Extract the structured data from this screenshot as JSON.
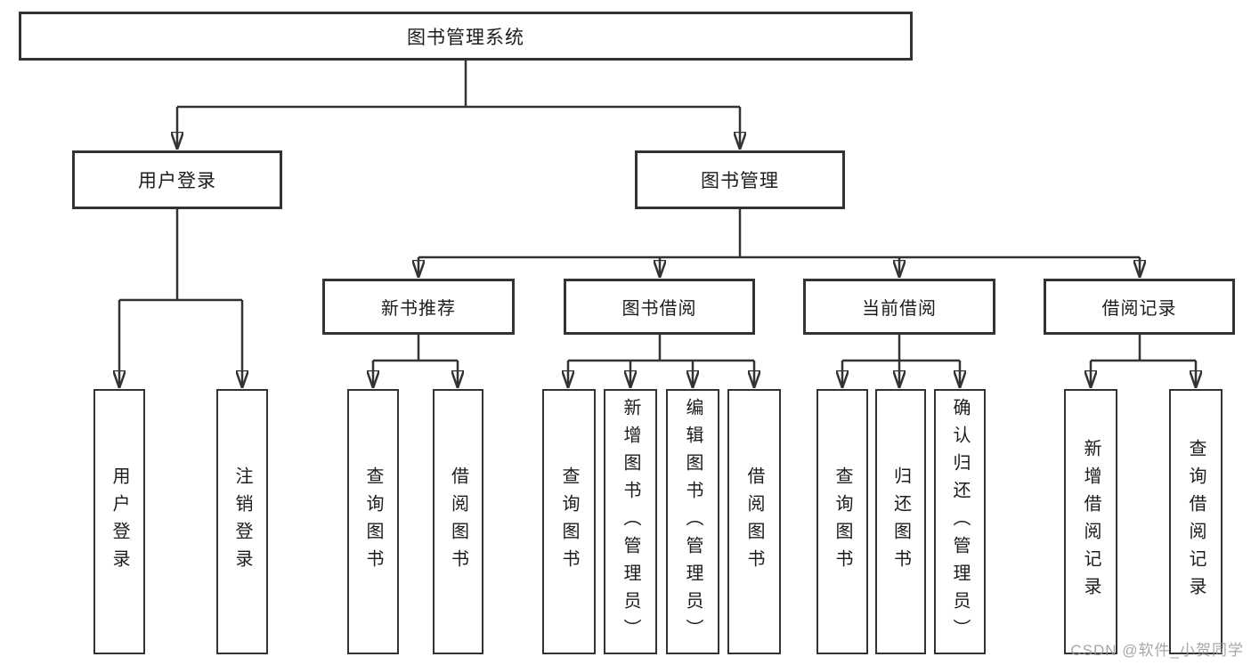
{
  "colors": {
    "line": "#333333",
    "box_border": "#333333",
    "text": "#1c1c1c",
    "background": "#ffffff",
    "watermark": "#989898"
  },
  "tree": {
    "root": {
      "label": "图书管理系统"
    },
    "branches": [
      {
        "label": "用户登录",
        "children": [
          {
            "label": "用户登录"
          },
          {
            "label": "注销登录"
          }
        ]
      },
      {
        "label": "图书管理",
        "children": [
          {
            "label": "新书推荐",
            "children": [
              {
                "label": "查询图书"
              },
              {
                "label": "借阅图书"
              }
            ]
          },
          {
            "label": "图书借阅",
            "children": [
              {
                "label": "查询图书"
              },
              {
                "label": "新增图书（管理员）"
              },
              {
                "label": "编辑图书（管理员）"
              },
              {
                "label": "借阅图书"
              }
            ]
          },
          {
            "label": "当前借阅",
            "children": [
              {
                "label": "查询图书"
              },
              {
                "label": "归还图书"
              },
              {
                "label": "确认归还（管理员）"
              }
            ]
          },
          {
            "label": "借阅记录",
            "children": [
              {
                "label": "新增借阅记录"
              },
              {
                "label": "查询借阅记录"
              }
            ]
          }
        ]
      }
    ]
  },
  "watermark": {
    "text": "CSDN @软件_小贺同学"
  }
}
